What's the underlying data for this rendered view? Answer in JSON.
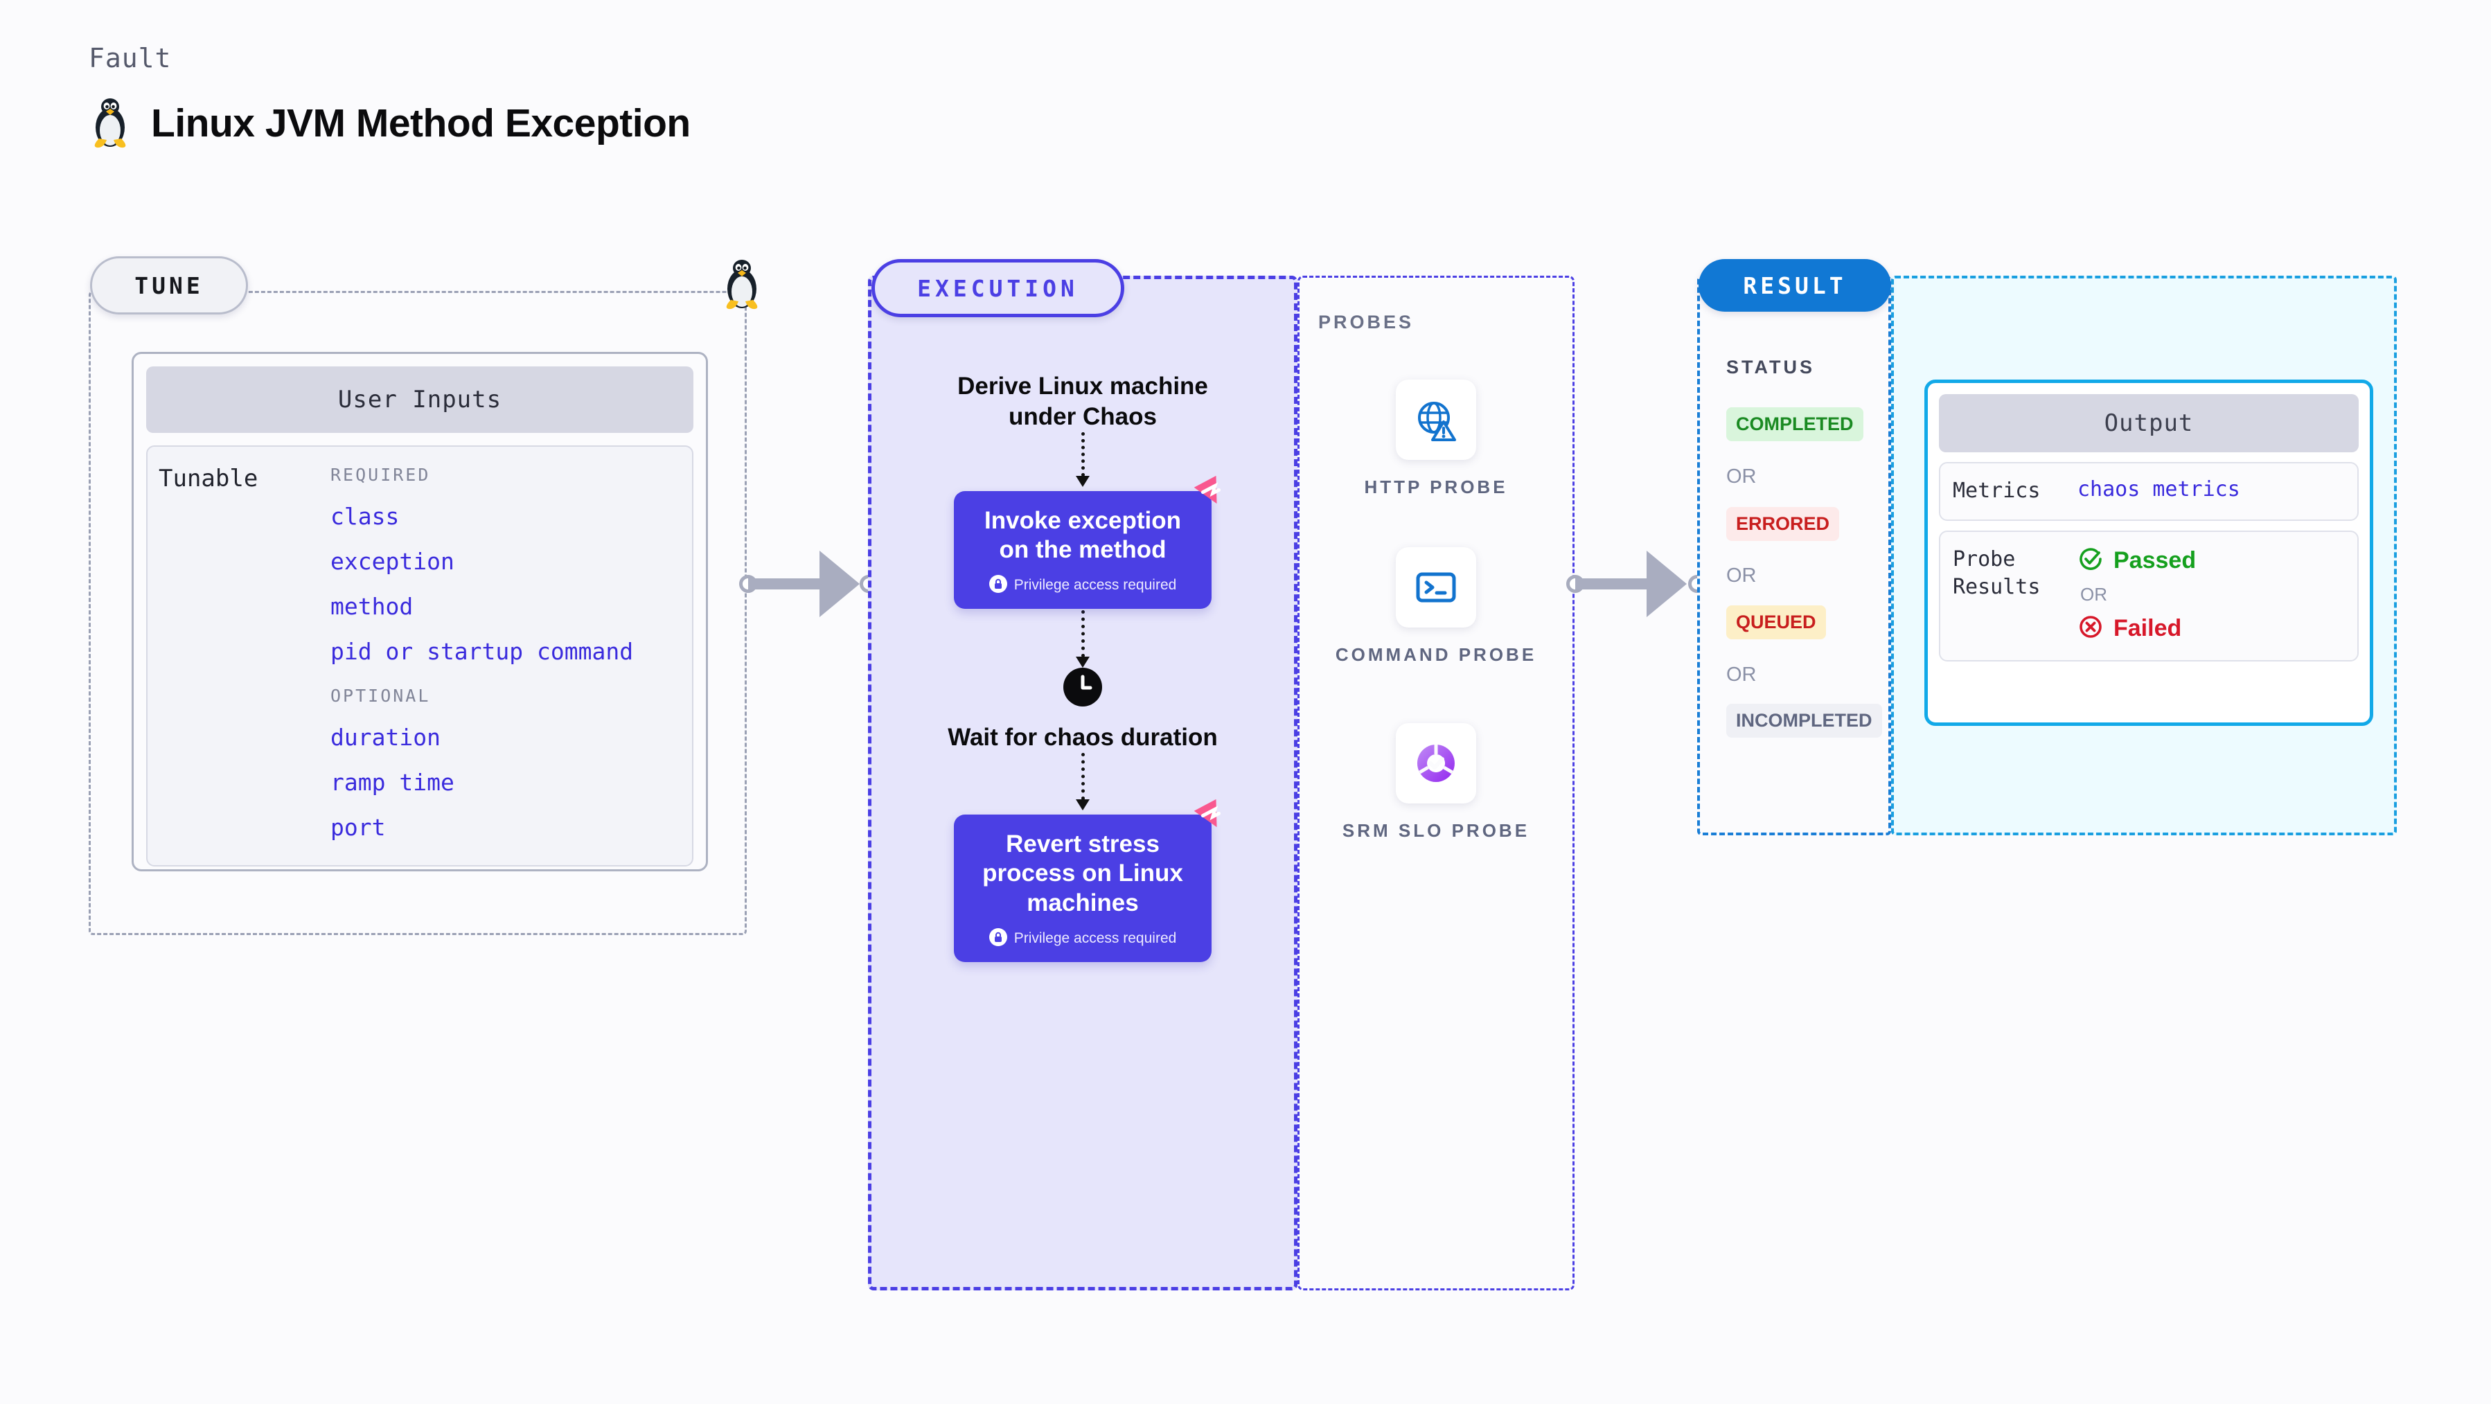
{
  "header": {
    "kicker": "Fault",
    "title": "Linux JVM Method Exception",
    "icon": "linux-penguin-icon"
  },
  "tune": {
    "pill_label": "TUNE",
    "card_title": "User Inputs",
    "tunable_label": "Tunable",
    "groups": [
      {
        "heading": "REQUIRED",
        "items": [
          "class",
          "exception",
          "method",
          "pid or startup command"
        ]
      },
      {
        "heading": "OPTIONAL",
        "items": [
          "duration",
          "ramp time",
          "port"
        ]
      }
    ]
  },
  "execution": {
    "pill_label": "EXECUTION",
    "steps": [
      {
        "type": "text",
        "label": "Derive Linux machine under Chaos"
      },
      {
        "type": "action",
        "label": "Invoke exception on the method",
        "privilege": "Privilege access required"
      },
      {
        "type": "wait",
        "label": "Wait for chaos duration",
        "icon": "clock-icon"
      },
      {
        "type": "action",
        "label": "Revert stress process on Linux machines",
        "privilege": "Privilege access required"
      }
    ]
  },
  "probes": {
    "label": "PROBES",
    "items": [
      {
        "name": "HTTP PROBE",
        "icon": "globe-warning-icon"
      },
      {
        "name": "COMMAND PROBE",
        "icon": "terminal-icon"
      },
      {
        "name": "SRM SLO PROBE",
        "icon": "srm-slo-donut-icon"
      }
    ]
  },
  "result": {
    "pill_label": "RESULT",
    "status_label": "STATUS",
    "or_label": "OR",
    "statuses": [
      {
        "label": "COMPLETED",
        "color": "#1a8a22",
        "bg": "#d9f5dc"
      },
      {
        "label": "ERRORED",
        "color": "#c81e1e",
        "bg": "#fdeaea"
      },
      {
        "label": "QUEUED",
        "color": "#c81e1e",
        "bg": "#fdefc7"
      },
      {
        "label": "INCOMPLETED",
        "color": "#5f6680",
        "bg": "#eff0f5"
      }
    ],
    "output": {
      "title": "Output",
      "metrics_key": "Metrics",
      "metrics_value": "chaos metrics",
      "probe_results_key": "Probe Results",
      "passed_label": "Passed",
      "failed_label": "Failed",
      "or_label": "OR",
      "passed_icon": "check-circle-icon",
      "failed_icon": "x-circle-icon"
    }
  },
  "colors": {
    "accent_purple": "#4b3fe4",
    "accent_blue": "#1178d4",
    "accent_cyan": "#12a9e8",
    "pink_mark": "#f9588f",
    "tunable_link": "#3a2bdd"
  }
}
